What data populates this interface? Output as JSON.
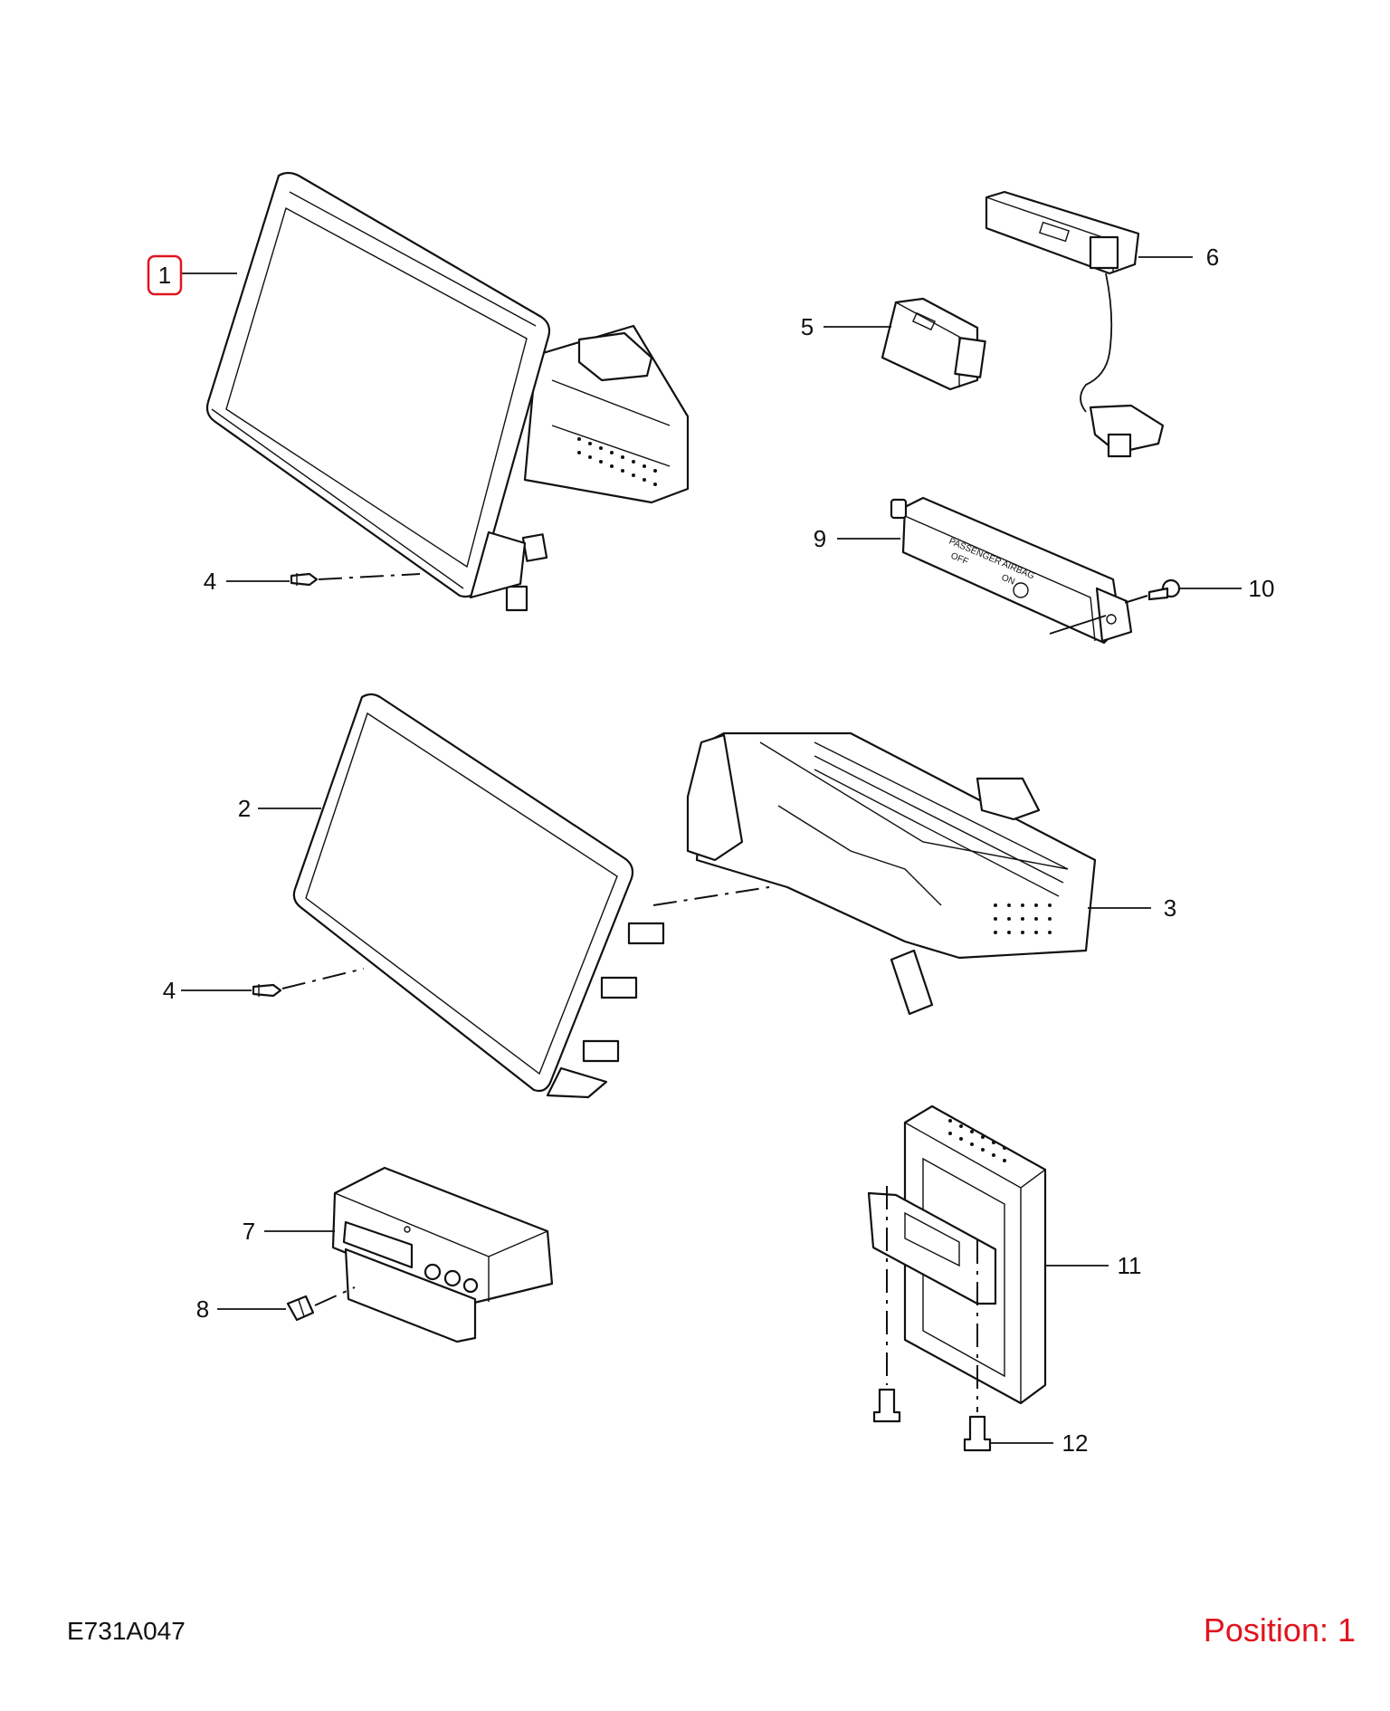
{
  "callouts": {
    "c1": "1",
    "c2": "2",
    "c3": "3",
    "c4a": "4",
    "c4b": "4",
    "c5": "5",
    "c6": "6",
    "c7": "7",
    "c8": "8",
    "c9": "9",
    "c10": "10",
    "c11": "11",
    "c12": "12"
  },
  "airbag_panel": {
    "title": "PASSENGER AIRBAG",
    "off": "OFF",
    "on": "ON"
  },
  "selected_callout": "1",
  "highlight_color": "#e0141e",
  "footer": {
    "code": "E731A047",
    "position": "Position: 1"
  }
}
